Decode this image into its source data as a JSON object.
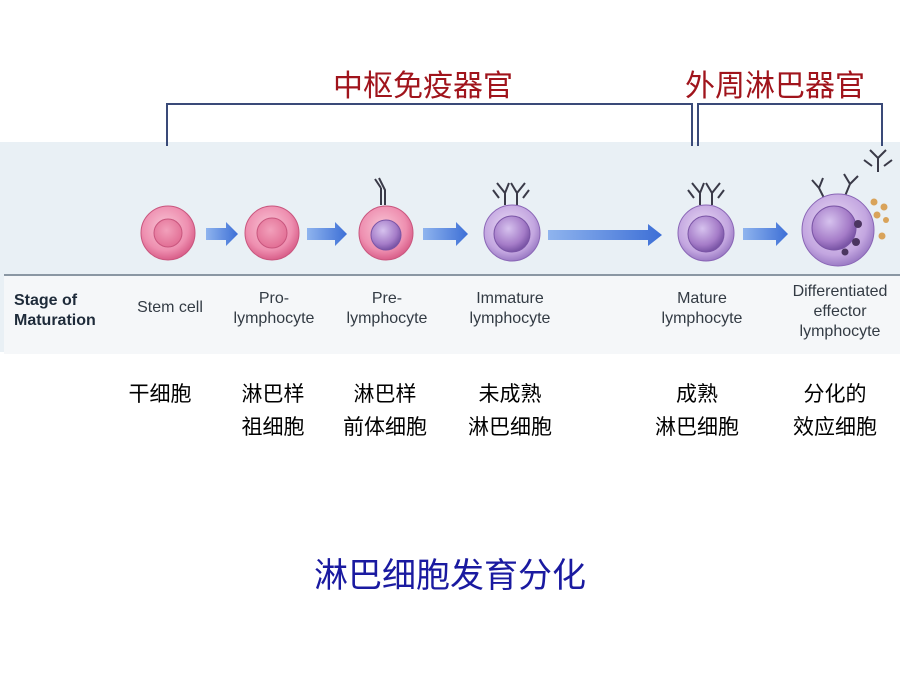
{
  "organs": {
    "central": "中枢免疫器官",
    "peripheral": "外周淋巴器官"
  },
  "stage_label": [
    "Stage of",
    "Maturation"
  ],
  "stages": [
    {
      "en": [
        "Stem cell"
      ],
      "cn": [
        "干细胞"
      ]
    },
    {
      "en": [
        "Pro-",
        "lymphocyte"
      ],
      "cn": [
        "淋巴样",
        "祖细胞"
      ]
    },
    {
      "en": [
        "Pre-",
        "lymphocyte"
      ],
      "cn": [
        "淋巴样",
        "前体细胞"
      ]
    },
    {
      "en": [
        "Immature",
        "lymphocyte"
      ],
      "cn": [
        "未成熟",
        "淋巴细胞"
      ]
    },
    {
      "en": [
        "Mature",
        "lymphocyte"
      ],
      "cn": [
        "成熟",
        "淋巴细胞"
      ]
    },
    {
      "en": [
        "Differentiated",
        "effector",
        "lymphocyte"
      ],
      "cn": [
        "分化的",
        "效应细胞"
      ]
    }
  ],
  "caption": "淋巴细胞发育分化",
  "colors": {
    "organ_label": "#a0141c",
    "caption": "#1a1aa0",
    "bracket": "#3a4a78",
    "arrow": "#3d6fd6",
    "early_cell": "#e77a9c",
    "late_cell": "#a57cc8"
  }
}
